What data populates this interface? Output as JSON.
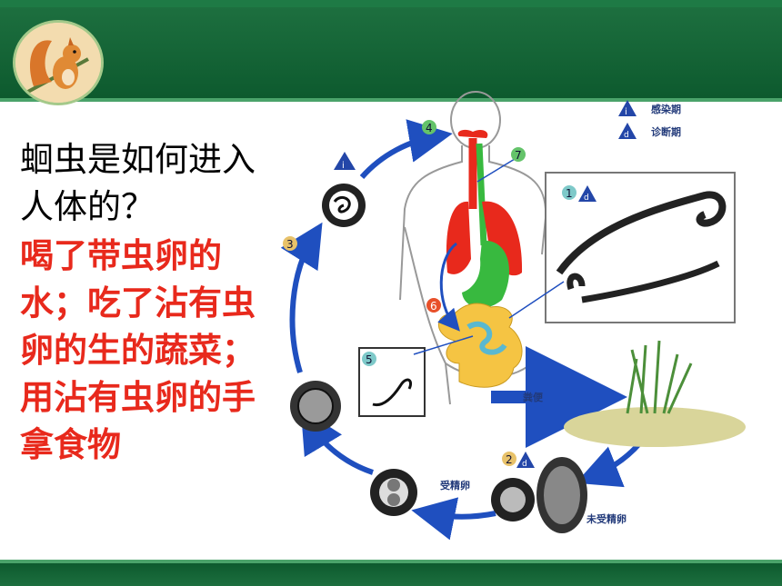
{
  "question": "蛔虫是如何进入人体的？",
  "answer": "喝了带虫卵的水；吃了沾有虫卵的生的蔬菜；用沾有虫卵的手拿食物",
  "legend": {
    "infective": "感染期",
    "diagnostic": "诊断期",
    "icon_i": "i",
    "icon_d": "d"
  },
  "steps": [
    "1",
    "2",
    "3",
    "4",
    "5",
    "6",
    "7"
  ],
  "labels": {
    "feces": "粪便",
    "fertilized": "受精卵",
    "unfertilized": "未受精卵"
  },
  "colors": {
    "header_green": "#0d5a2e",
    "arrow_blue": "#1f4fbf",
    "answer_red": "#e8291c"
  }
}
